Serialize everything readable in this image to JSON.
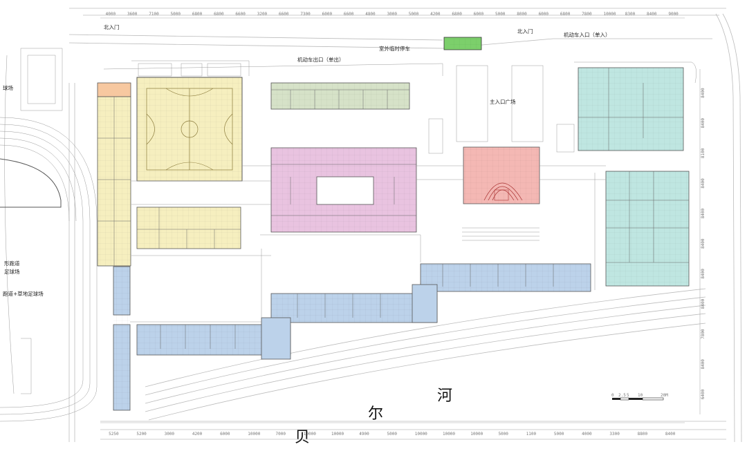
{
  "labels": {
    "north_gate": "北入门",
    "outdoor_parking": "室外临时停车",
    "vehicle_exit": "机动车出口（单出）",
    "north_gate_2": "北入门",
    "vehicle_entrance": "机动车入口（单入）",
    "main_plaza": "主入口广场",
    "field_1": "球场",
    "field_2": "形跑道",
    "field_3": "足球场",
    "field_4": "跑道+草地足球场",
    "river_1": "河",
    "river_2": "尔",
    "river_3": "贝",
    "scale_label": "20M",
    "scale_ticks": [
      "0",
      "2.5",
      "5",
      "10"
    ]
  },
  "dimensions": {
    "top": [
      "4000",
      "3600",
      "7100",
      "5000",
      "6800",
      "6800",
      "6600",
      "3200",
      "6600",
      "7300",
      "6000",
      "6600",
      "4800",
      "3000",
      "5000",
      "4200",
      "6800",
      "6000",
      "5000",
      "8000",
      "6000",
      "6800",
      "7800",
      "10000",
      "8300",
      "8400",
      "9000"
    ],
    "bottom": [
      "5250",
      "5200",
      "3000",
      "4200",
      "6000",
      "10000",
      "7000",
      "10000",
      "10000",
      "4900",
      "5000",
      "10000",
      "10000",
      "10000",
      "5000",
      "1100",
      "5000",
      "4000",
      "3300",
      "8800",
      "8400"
    ],
    "right": [
      "8400",
      "8400",
      "8100",
      "8400",
      "8400",
      "8400",
      "8400",
      "8400",
      "7800",
      "8400",
      "6400"
    ]
  },
  "colors": {
    "sports_hall": "#f6efbf",
    "admin_block": "#f6efbf",
    "orange_block": "#f7c8a0",
    "pink_block": "#e9c3e0",
    "red_block": "#f4b8b4",
    "teal_block": "#bfe6e1",
    "blue_block": "#bcd2ea",
    "green_block": "#d6e2c8",
    "gate_green": "#7ccf6b"
  }
}
